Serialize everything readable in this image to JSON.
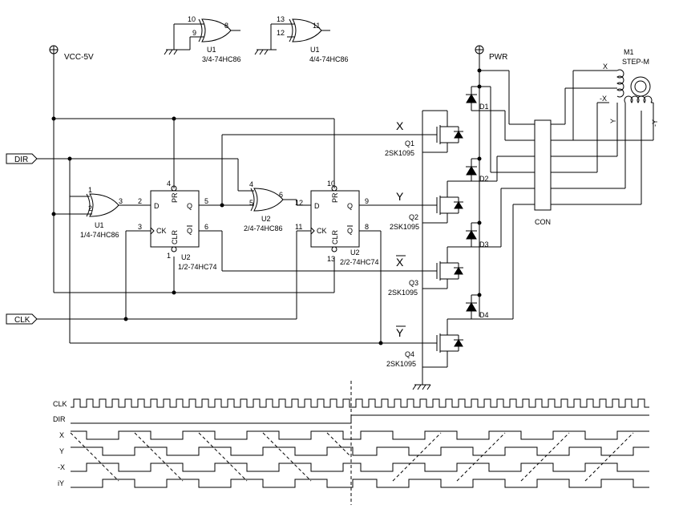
{
  "power": {
    "vcc": "VCC-5V",
    "pwr": "PWR"
  },
  "ports": {
    "dir": "DIR",
    "clk": "CLK"
  },
  "gates": [
    {
      "ref": "U1",
      "part": "1/4-74HC86",
      "in_a": "1",
      "in_b": "2",
      "out": "3"
    },
    {
      "ref": "U2",
      "part": "2/4-74HC86",
      "in_a": "4",
      "in_b": "5",
      "out": "6"
    },
    {
      "ref": "U1",
      "part": "3/4-74HC86",
      "in_a": "10",
      "in_b": "9",
      "out": "8"
    },
    {
      "ref": "U1",
      "part": "4/4-74HC86",
      "in_a": "13",
      "in_b": "12",
      "out": "11"
    }
  ],
  "flipflops": [
    {
      "ref": "U2",
      "part": "1/2-74HC74",
      "d": "D",
      "ck": "CK",
      "q": "Q",
      "qbar": "Q",
      "pr": "PR",
      "clr": "CLR",
      "pin_d": "2",
      "pin_ck": "3",
      "pin_q": "5",
      "pin_qbar": "6",
      "pin_pr": "4",
      "pin_clr": "1"
    },
    {
      "ref": "U2",
      "part": "2/2-74HC74",
      "d": "D",
      "ck": "CK",
      "q": "Q",
      "qbar": "Q",
      "pr": "PR",
      "clr": "CLR",
      "pin_d": "12",
      "pin_ck": "11",
      "pin_q": "9",
      "pin_qbar": "8",
      "pin_pr": "10",
      "pin_clr": "13"
    }
  ],
  "transistors": [
    {
      "ref": "Q1",
      "part": "2SK1095",
      "phase": "X"
    },
    {
      "ref": "Q2",
      "part": "2SK1095",
      "phase": "Y"
    },
    {
      "ref": "Q3",
      "part": "2SK1095",
      "phase": "X"
    },
    {
      "ref": "Q4",
      "part": "2SK1095",
      "phase": "Y"
    }
  ],
  "diodes": [
    "D1",
    "D2",
    "D3",
    "D4"
  ],
  "connector": "CON",
  "motor": {
    "ref": "M1",
    "type": "STEP-M",
    "coils": [
      "X",
      "-X",
      "Y",
      "-Y"
    ]
  },
  "timing": {
    "signals": [
      "CLK",
      "DIR",
      "X",
      "Y",
      "-X",
      "iY"
    ]
  }
}
